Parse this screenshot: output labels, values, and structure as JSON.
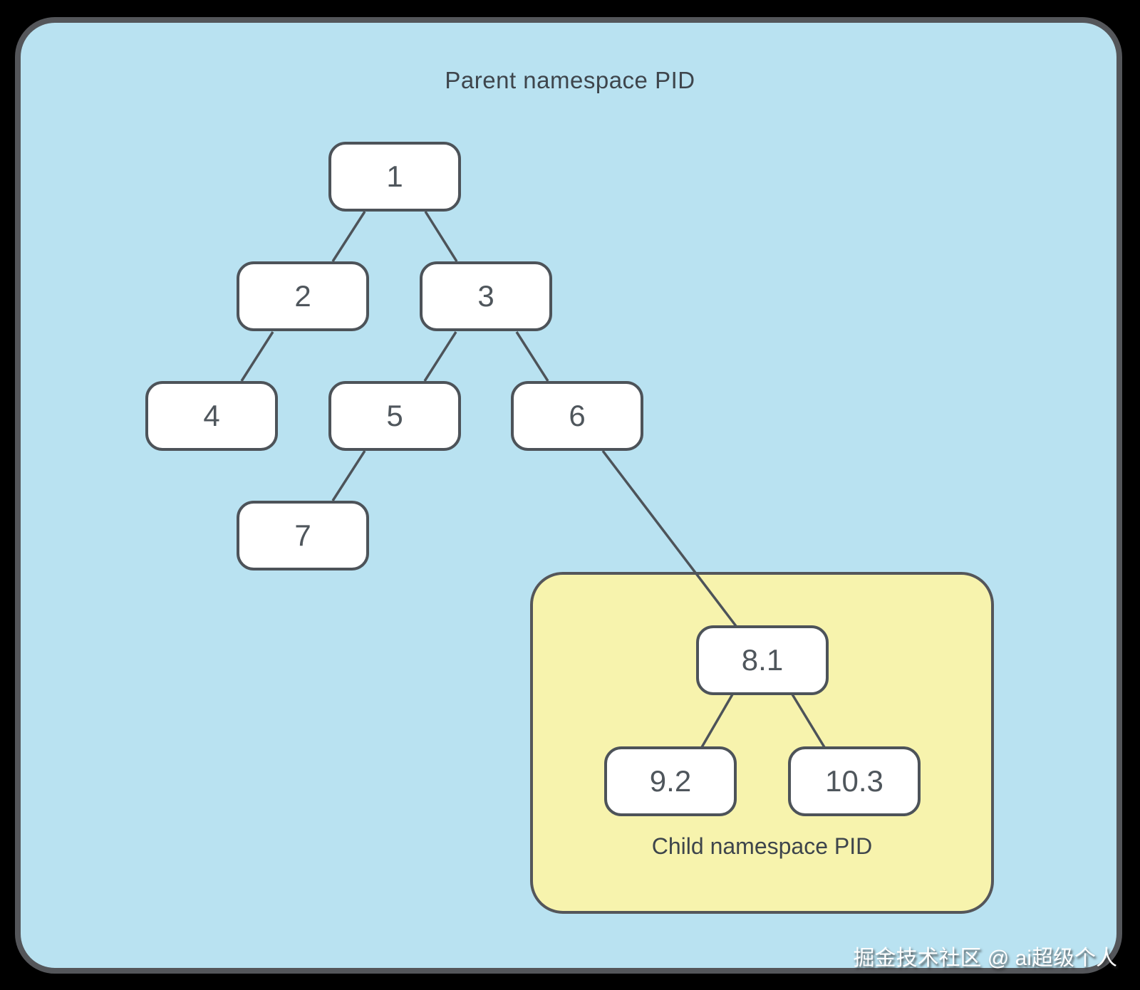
{
  "parent_namespace": {
    "label": "Parent namespace PID",
    "node_ids": [
      "1",
      "2",
      "3",
      "4",
      "5",
      "6",
      "7"
    ]
  },
  "child_namespace": {
    "label": "Child namespace PID",
    "node_ids": [
      "8.1",
      "9.2",
      "10.3"
    ]
  },
  "nodes": {
    "n1": "1",
    "n2": "2",
    "n3": "3",
    "n4": "4",
    "n5": "5",
    "n6": "6",
    "n7": "7",
    "n8": "8.1",
    "n9": "9.2",
    "n10": "10.3"
  },
  "edges": [
    {
      "from": "1",
      "to": "2"
    },
    {
      "from": "1",
      "to": "3"
    },
    {
      "from": "2",
      "to": "4"
    },
    {
      "from": "3",
      "to": "5"
    },
    {
      "from": "3",
      "to": "6"
    },
    {
      "from": "5",
      "to": "7"
    },
    {
      "from": "6",
      "to": "8.1"
    },
    {
      "from": "8.1",
      "to": "9.2"
    },
    {
      "from": "8.1",
      "to": "10.3"
    }
  ],
  "watermark": "掘金技术社区 @ ai超级个人",
  "colors": {
    "page_background": "#000000",
    "parent_namespace_fill": "#b9e2f1",
    "child_namespace_fill": "#f7f3ad",
    "node_fill": "#ffffff",
    "border_and_lines": "#4d5359",
    "text": "#3e454c"
  }
}
